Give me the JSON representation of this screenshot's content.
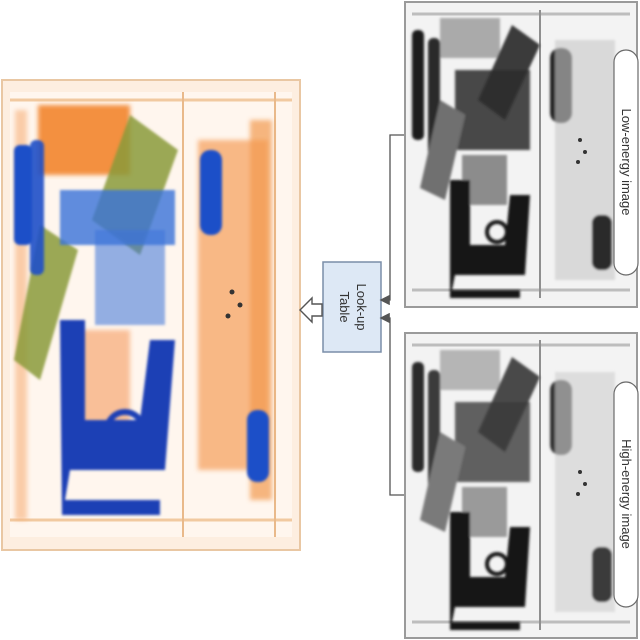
{
  "diagram": {
    "low_energy_label": "Low-energy image",
    "high_energy_label": "High-energy image",
    "lookup_line1": "Look-up",
    "lookup_line2": "Table"
  },
  "colors": {
    "background": "#ffffff",
    "lookup_box_fill": "#dde8f5",
    "lookup_box_stroke": "#7a8ea8",
    "pseudo_bg": "#fdeee0",
    "pseudo_orange": "#f2852e",
    "pseudo_blue": "#1f4fc8",
    "pseudo_green": "#8a9a3a",
    "gray_bg": "#f0f0f0",
    "gray_dark": "#1a1a1a",
    "gray_mid": "#6e6e6e",
    "arrow": "#555555"
  }
}
